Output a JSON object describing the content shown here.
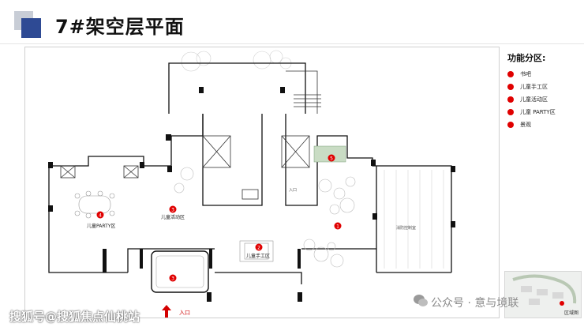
{
  "header": {
    "title": "7#架空层平面"
  },
  "legend": {
    "title": "功能分区:",
    "items": [
      {
        "label": "书吧"
      },
      {
        "label": "儿童手工区"
      },
      {
        "label": "儿童活动区"
      },
      {
        "label": "儿童 PARTY区"
      },
      {
        "label": "景观"
      }
    ],
    "marker_color": "#e00000"
  },
  "plan": {
    "labels": {
      "party": "儿童PARTY区",
      "activity": "儿童活动区",
      "handcraft": "儿童手工区",
      "fire_control": "消防控制室",
      "entrance_inner": "入口"
    },
    "markers": [
      "1",
      "2",
      "3",
      "3",
      "4",
      "5"
    ]
  },
  "entrance": {
    "label": "入口"
  },
  "location_map": {
    "label": "区域图"
  },
  "watermarks": {
    "left": "搜狐号@搜狐焦点仙桃站",
    "right": "公众号 · 意与境联"
  }
}
